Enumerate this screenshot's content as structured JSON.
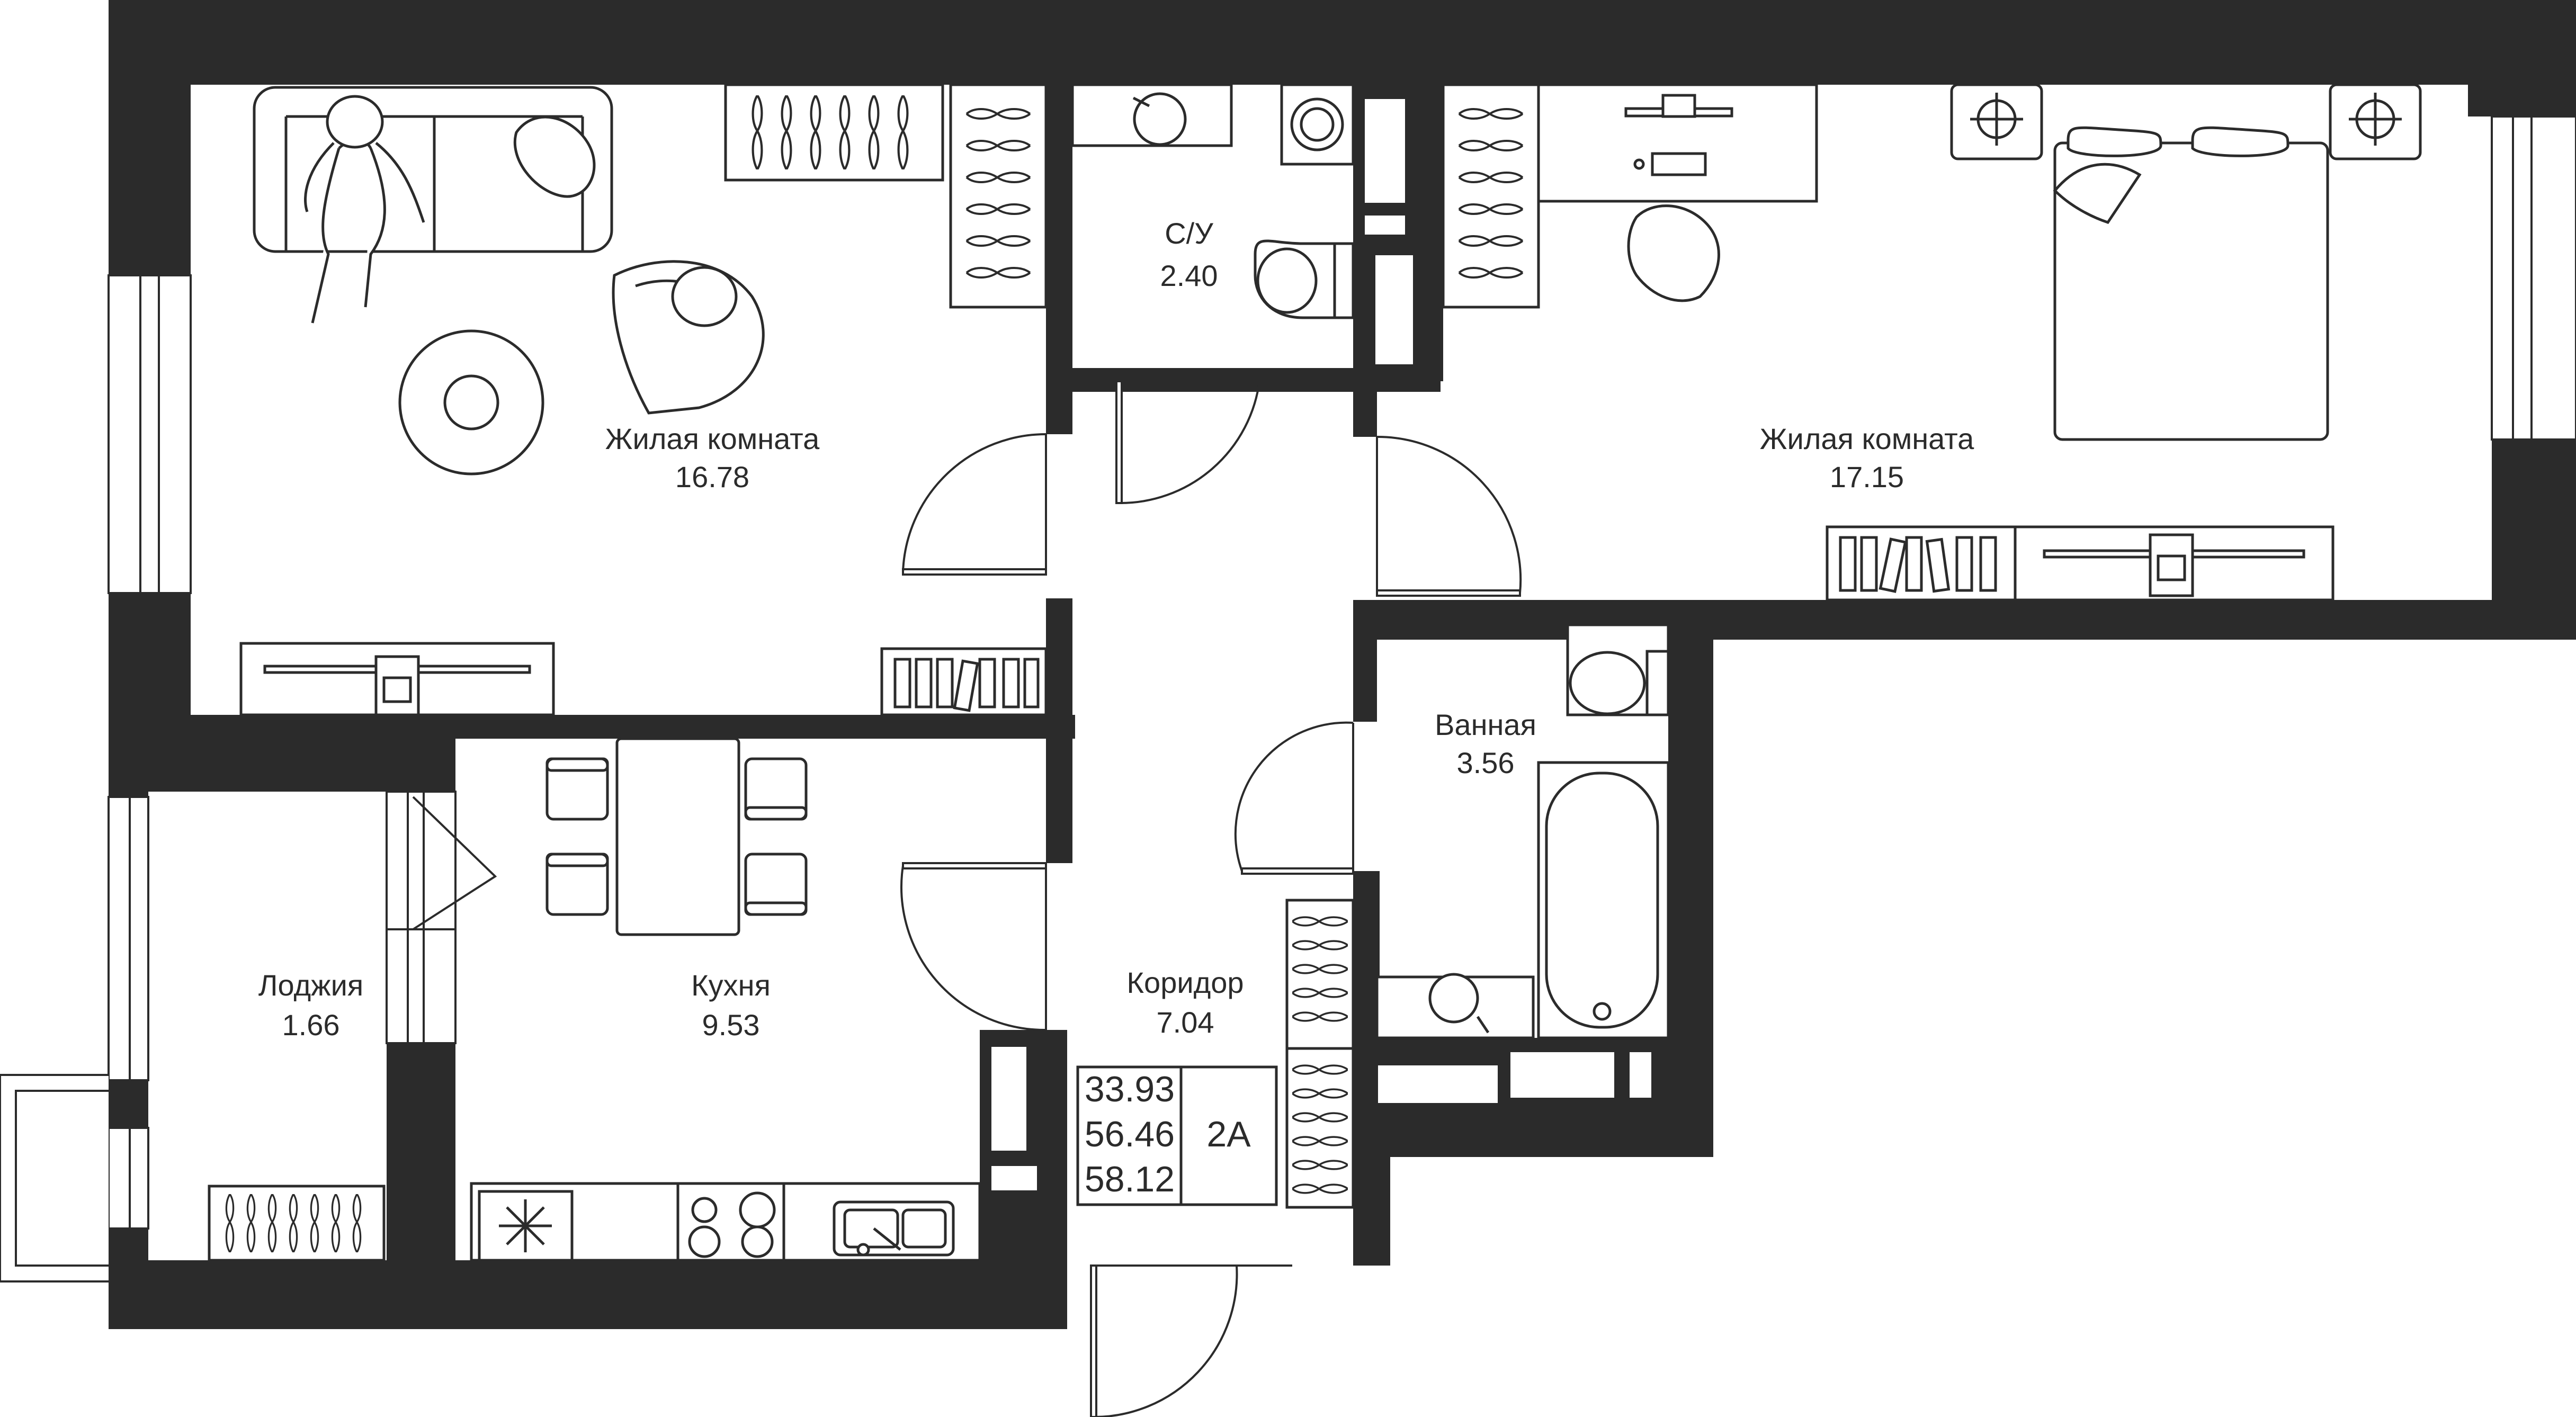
{
  "rooms": {
    "living1": {
      "name": "Жилая комната",
      "area": "16.78"
    },
    "bathroom_wc": {
      "name": "С/У",
      "area": "2.40"
    },
    "living2": {
      "name": "Жилая комната",
      "area": "17.15"
    },
    "bath": {
      "name": "Ванная",
      "area": "3.56"
    },
    "loggia": {
      "name": "Лоджия",
      "area": "1.66"
    },
    "kitchen": {
      "name": "Кухня",
      "area": "9.53"
    },
    "corridor": {
      "name": "Коридор",
      "area": "7.04"
    }
  },
  "summary": {
    "living_area": "33.93",
    "total_area": "56.46",
    "total_with_loggia": "58.12",
    "type": "2А"
  },
  "colors": {
    "wall": "#2b2b2b",
    "line": "#2b2b2b",
    "background": "#ffffff"
  }
}
